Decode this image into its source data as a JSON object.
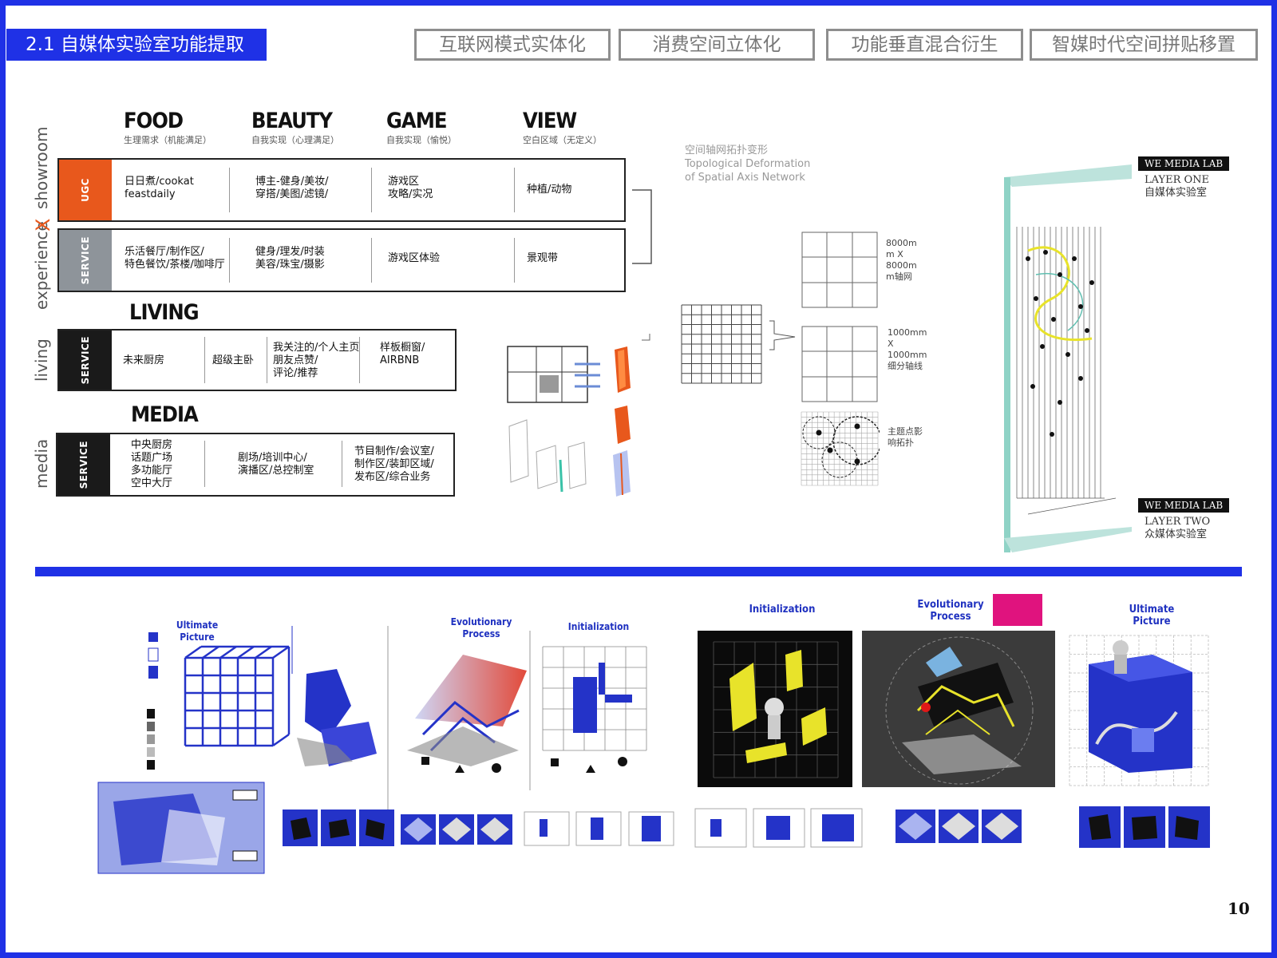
{
  "page": {
    "section_title": "2.1 自媒体实验室功能提取",
    "page_number": "10",
    "accent_color": "#1f31e6"
  },
  "tabs": [
    {
      "label": "互联网模式实体化"
    },
    {
      "label": "消费空间立体化"
    },
    {
      "label": "功能垂直混合衍生"
    },
    {
      "label": "智媒时代空间拼贴移置"
    }
  ],
  "categories": [
    {
      "title": "FOOD",
      "subtitle": "生理需求（机能满足）"
    },
    {
      "title": "BEAUTY",
      "subtitle": "自我实现（心理满足）"
    },
    {
      "title": "GAME",
      "subtitle": "自我实现（愉悦）"
    },
    {
      "title": "VIEW",
      "subtitle": "空白区域（无定义）"
    }
  ],
  "side_labels": {
    "experience": "experience",
    "x": "X",
    "showroom": "showroom",
    "living": "living",
    "media": "media"
  },
  "rows": {
    "ugc": {
      "tag": "UGC",
      "tag_color": "#e8581c",
      "cells": [
        "日日煮/cookat\nfeastdaily",
        "博主-健身/美妆/\n穿搭/美图/滤镜/",
        "游戏区\n攻略/实况",
        "种植/动物"
      ]
    },
    "service1": {
      "tag": "SERVICE",
      "tag_color": "#8e949a",
      "cells": [
        "乐活餐厅/制作区/\n特色餐饮/茶楼/咖啡厅",
        "健身/理发/时装\n美容/珠宝/摄影",
        "游戏区体验",
        "景观带"
      ]
    },
    "living": {
      "heading": "LIVING",
      "tag": "SERVICE",
      "tag_color": "#1a1a1a",
      "cells": [
        "未来厨房",
        "超级主卧",
        "我关注的/个人主页\n朋友点赞/\n评论/推荐",
        "样板橱窗/\nAIRBNB"
      ]
    },
    "media": {
      "heading": "MEDIA",
      "tag": "SERVICE",
      "tag_color": "#1a1a1a",
      "cells": [
        "中央厨房\n话题广场\n多功能厅\n空中大厅",
        "剧场/培训中心/\n演播区/总控制室",
        "节目制作/会议室/\n制作区/装卸区域/\n发布区/综合业务"
      ]
    }
  },
  "topology": {
    "title_cn": "空间轴网拓扑变形",
    "title_en_1": "Topological Deformation",
    "title_en_2": "of Spatial Axis Network",
    "grid1_label": "8000m\nm X\n8000m\nm轴网",
    "grid2_label": "1000mm\nX\n1000mm\n细分轴线",
    "grid3_label": "主题点影\n响拓扑"
  },
  "lab": {
    "layer_one_box": "WE MEDIA LAB",
    "layer_one_name": "LAYER ONE",
    "layer_one_cn": "自媒体实验室",
    "layer_two_box": "WE MEDIA LAB",
    "layer_two_name": "LAYER TWO",
    "layer_two_cn": "众媒体实验室"
  },
  "process": {
    "ultimate_1": "Ultimate\nPicture",
    "evolutionary_1": "Evolutionary\nProcess",
    "initialization_1": "Initialization",
    "initialization_2": "Initialization",
    "evolutionary_2": "Evolutionary\nProcess",
    "ultimate_2": "Ultimate\nPicture",
    "magenta": "#e0137e",
    "blue": "#2433c8",
    "yellow": "#e8e32a"
  }
}
